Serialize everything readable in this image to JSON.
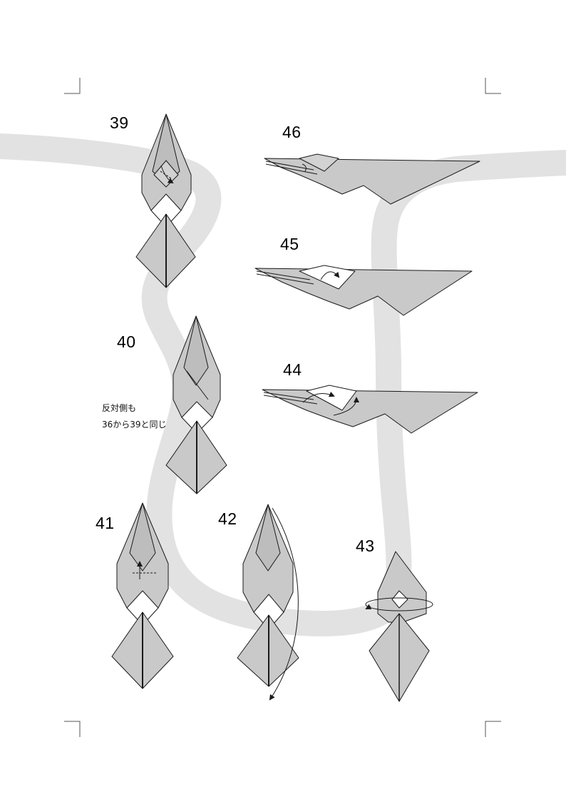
{
  "steps": {
    "s39": "39",
    "s40": "40",
    "s41": "41",
    "s42": "42",
    "s43": "43",
    "s44": "44",
    "s45": "45",
    "s46": "46"
  },
  "note": {
    "line1": "反対側も",
    "line2": "36から39と同じ"
  },
  "colors": {
    "paper": "#c9c9c9",
    "paper_dark": "#b7b7b7",
    "path_band": "#e2e2e2",
    "line": "#1a1a1a",
    "white_face": "#ffffff"
  },
  "icons": {
    "crop_marks": "corner-crop-mark",
    "fold_arrows": "fold-arrow"
  }
}
